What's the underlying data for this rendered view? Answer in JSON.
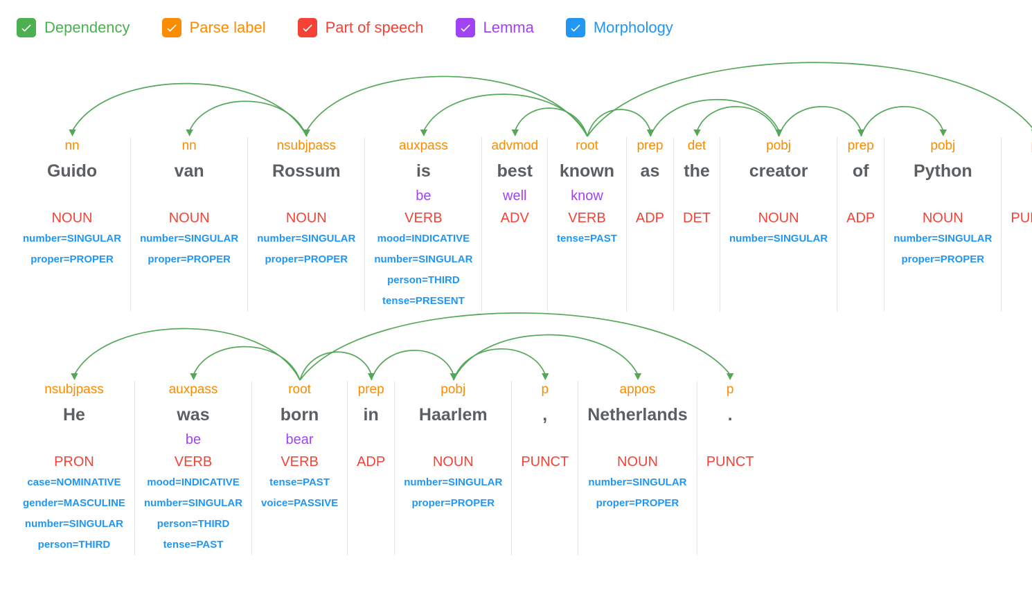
{
  "legend": {
    "items": [
      {
        "label": "Dependency",
        "color": "#4CAF50",
        "checked": true
      },
      {
        "label": "Parse label",
        "color": "#FB8C00",
        "checked": true
      },
      {
        "label": "Part of speech",
        "color": "#F44336",
        "checked": true
      },
      {
        "label": "Lemma",
        "color": "#A142F4",
        "checked": true
      },
      {
        "label": "Morphology",
        "color": "#2196F3",
        "checked": true
      }
    ]
  },
  "colors": {
    "arc": "#55A75A",
    "parse_label": "#FB8C00",
    "word": "#5C5F62",
    "lemma": "#A142F4",
    "pos": "#F44336",
    "morphology": "#2196F3",
    "divider": "#E4E4E4"
  },
  "sentences": [
    {
      "tokens": [
        {
          "label": "nn",
          "word": "Guido",
          "lemma": "",
          "pos": "NOUN",
          "morph": [
            "number=SINGULAR",
            "proper=PROPER"
          ]
        },
        {
          "label": "nn",
          "word": "van",
          "lemma": "",
          "pos": "NOUN",
          "morph": [
            "number=SINGULAR",
            "proper=PROPER"
          ]
        },
        {
          "label": "nsubjpass",
          "word": "Rossum",
          "lemma": "",
          "pos": "NOUN",
          "morph": [
            "number=SINGULAR",
            "proper=PROPER"
          ]
        },
        {
          "label": "auxpass",
          "word": "is",
          "lemma": "be",
          "pos": "VERB",
          "morph": [
            "mood=INDICATIVE",
            "number=SINGULAR",
            "person=THIRD",
            "tense=PRESENT"
          ]
        },
        {
          "label": "advmod",
          "word": "best",
          "lemma": "well",
          "pos": "ADV",
          "morph": []
        },
        {
          "label": "root",
          "word": "known",
          "lemma": "know",
          "pos": "VERB",
          "morph": [
            "tense=PAST"
          ]
        },
        {
          "label": "prep",
          "word": "as",
          "lemma": "",
          "pos": "ADP",
          "morph": []
        },
        {
          "label": "det",
          "word": "the",
          "lemma": "",
          "pos": "DET",
          "morph": []
        },
        {
          "label": "pobj",
          "word": "creator",
          "lemma": "",
          "pos": "NOUN",
          "morph": [
            "number=SINGULAR"
          ]
        },
        {
          "label": "prep",
          "word": "of",
          "lemma": "",
          "pos": "ADP",
          "morph": []
        },
        {
          "label": "pobj",
          "word": "Python",
          "lemma": "",
          "pos": "NOUN",
          "morph": [
            "number=SINGULAR",
            "proper=PROPER"
          ]
        },
        {
          "label": "p",
          "word": ".",
          "lemma": "",
          "pos": "PUNCT",
          "morph": []
        }
      ],
      "root_index": 5,
      "edges": [
        {
          "head": 2,
          "dep": 0
        },
        {
          "head": 2,
          "dep": 1
        },
        {
          "head": 5,
          "dep": 2
        },
        {
          "head": 5,
          "dep": 3
        },
        {
          "head": 5,
          "dep": 4
        },
        {
          "head": 5,
          "dep": 6
        },
        {
          "head": 8,
          "dep": 7
        },
        {
          "head": 6,
          "dep": 8
        },
        {
          "head": 8,
          "dep": 9
        },
        {
          "head": 9,
          "dep": 10
        },
        {
          "head": 5,
          "dep": 11
        }
      ]
    },
    {
      "tokens": [
        {
          "label": "nsubjpass",
          "word": "He",
          "lemma": "",
          "pos": "PRON",
          "morph": [
            "case=NOMINATIVE",
            "gender=MASCULINE",
            "number=SINGULAR",
            "person=THIRD"
          ]
        },
        {
          "label": "auxpass",
          "word": "was",
          "lemma": "be",
          "pos": "VERB",
          "morph": [
            "mood=INDICATIVE",
            "number=SINGULAR",
            "person=THIRD",
            "tense=PAST"
          ]
        },
        {
          "label": "root",
          "word": "born",
          "lemma": "bear",
          "pos": "VERB",
          "morph": [
            "tense=PAST",
            "voice=PASSIVE"
          ]
        },
        {
          "label": "prep",
          "word": "in",
          "lemma": "",
          "pos": "ADP",
          "morph": []
        },
        {
          "label": "pobj",
          "word": "Haarlem",
          "lemma": "",
          "pos": "NOUN",
          "morph": [
            "number=SINGULAR",
            "proper=PROPER"
          ]
        },
        {
          "label": "p",
          "word": ",",
          "lemma": "",
          "pos": "PUNCT",
          "morph": []
        },
        {
          "label": "appos",
          "word": "Netherlands",
          "lemma": "",
          "pos": "NOUN",
          "morph": [
            "number=SINGULAR",
            "proper=PROPER"
          ]
        },
        {
          "label": "p",
          "word": ".",
          "lemma": "",
          "pos": "PUNCT",
          "morph": []
        }
      ],
      "root_index": 2,
      "edges": [
        {
          "head": 2,
          "dep": 0
        },
        {
          "head": 2,
          "dep": 1
        },
        {
          "head": 2,
          "dep": 3
        },
        {
          "head": 3,
          "dep": 4
        },
        {
          "head": 4,
          "dep": 5
        },
        {
          "head": 4,
          "dep": 6
        },
        {
          "head": 2,
          "dep": 7
        }
      ]
    }
  ]
}
